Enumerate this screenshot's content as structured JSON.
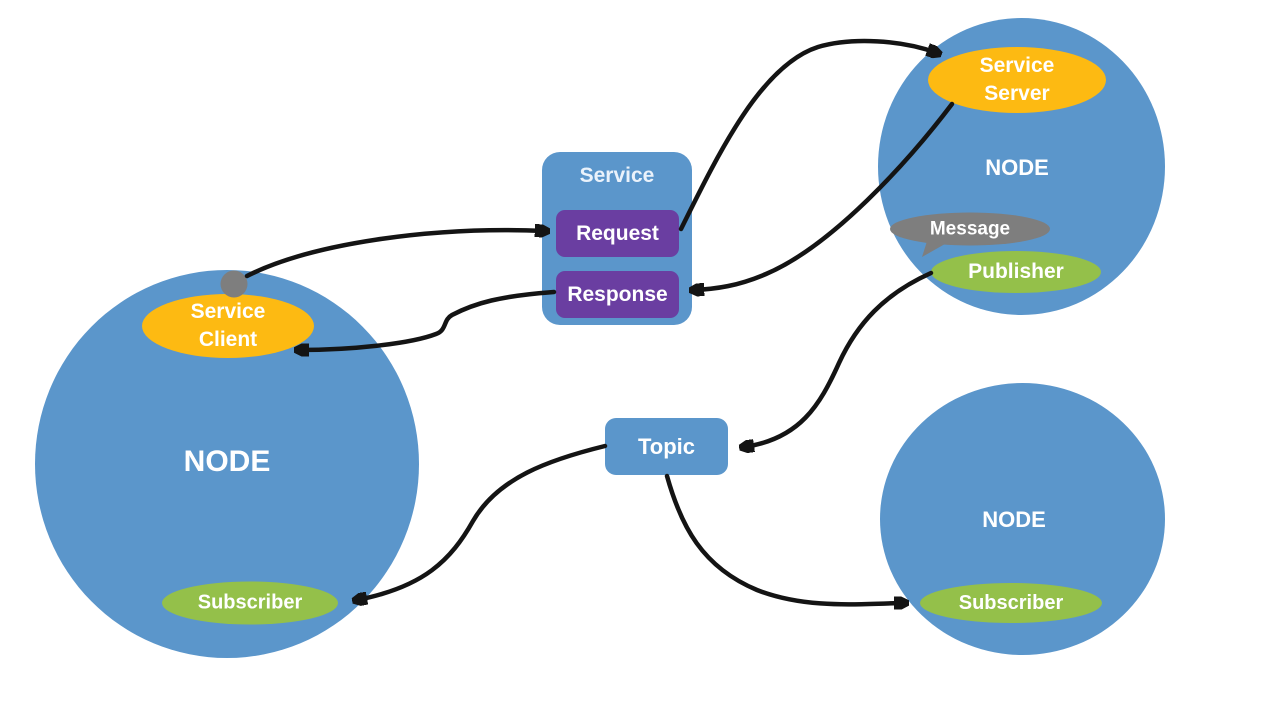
{
  "colors": {
    "background": "#ffffff",
    "node_blue": "#5B96CB",
    "accent_orange": "#FDBA12",
    "accent_green": "#94C04A",
    "accent_purple": "#6A3EA1",
    "accent_gray": "#7E7E7E",
    "arrow_black": "#141414",
    "text_white": "#ffffff"
  },
  "left_node": {
    "title": "NODE",
    "service_client": {
      "line1": "Service",
      "line2": "Client"
    },
    "subscriber": "Subscriber"
  },
  "service_box": {
    "title": "Service",
    "request": "Request",
    "response": "Response"
  },
  "topic_box": {
    "title": "Topic"
  },
  "server_node": {
    "title": "NODE",
    "service_server": {
      "line1": "Service",
      "line2": "Server"
    },
    "message": "Message",
    "publisher": "Publisher"
  },
  "subscriber_node": {
    "title": "NODE",
    "subscriber": "Subscriber"
  },
  "arrows": {
    "client_to_request": "service client to request",
    "request_to_server": "request to service server",
    "server_to_response": "service server to response",
    "response_to_client": "response to service client",
    "publisher_to_topic": "publisher to topic",
    "topic_to_left_subscriber": "topic to left subscriber",
    "topic_to_right_subscriber": "topic to right subscriber"
  }
}
